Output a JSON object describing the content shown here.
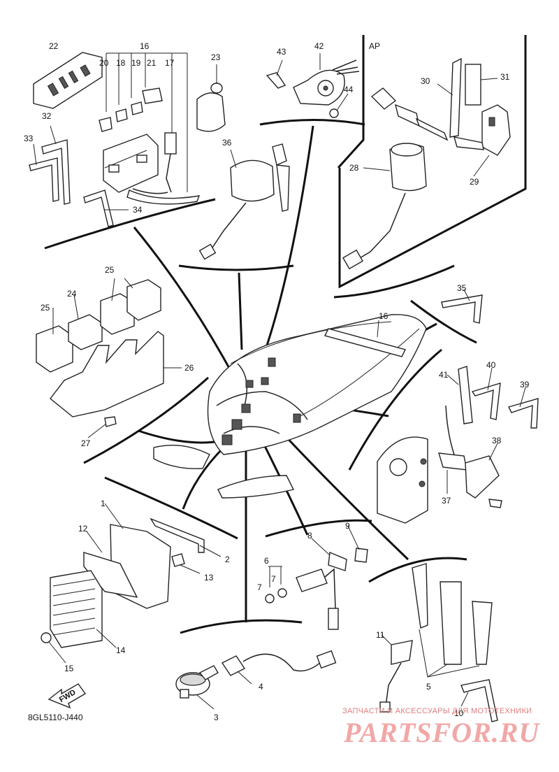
{
  "callouts": {
    "n1": "1",
    "n2": "2",
    "n3": "3",
    "n4": "4",
    "n5": "5",
    "n6": "6",
    "n7a": "7",
    "n7b": "7",
    "n8": "8",
    "n9": "9",
    "n10": "10",
    "n11": "11",
    "n12": "12",
    "n13": "13",
    "n14": "14",
    "n15": "15",
    "n16a": "16",
    "n16b": "16",
    "n17": "17",
    "n18": "18",
    "n19": "19",
    "n20": "20",
    "n21": "21",
    "n22": "22",
    "n23": "23",
    "n24": "24",
    "n25a": "25",
    "n25b": "25",
    "n26": "26",
    "n27": "27",
    "n28": "28",
    "n29": "29",
    "n30": "30",
    "n31": "31",
    "n32": "32",
    "n33": "33",
    "n34": "34",
    "n35": "35",
    "n36": "36",
    "n37": "37",
    "n38": "38",
    "n39": "39",
    "n40": "40",
    "n41": "41",
    "n42": "42",
    "n43": "43",
    "n44": "44"
  },
  "group_label_ap": "AP",
  "fwd_label": "FWD",
  "drawing_code": "8GL5110-J440",
  "watermark": {
    "tagline": "ЗАПЧАСТИ И АКСЕССУАРЫ ДЛЯ МОТОТЕХНИКИ",
    "brand": "PARTSFOR.RU"
  }
}
